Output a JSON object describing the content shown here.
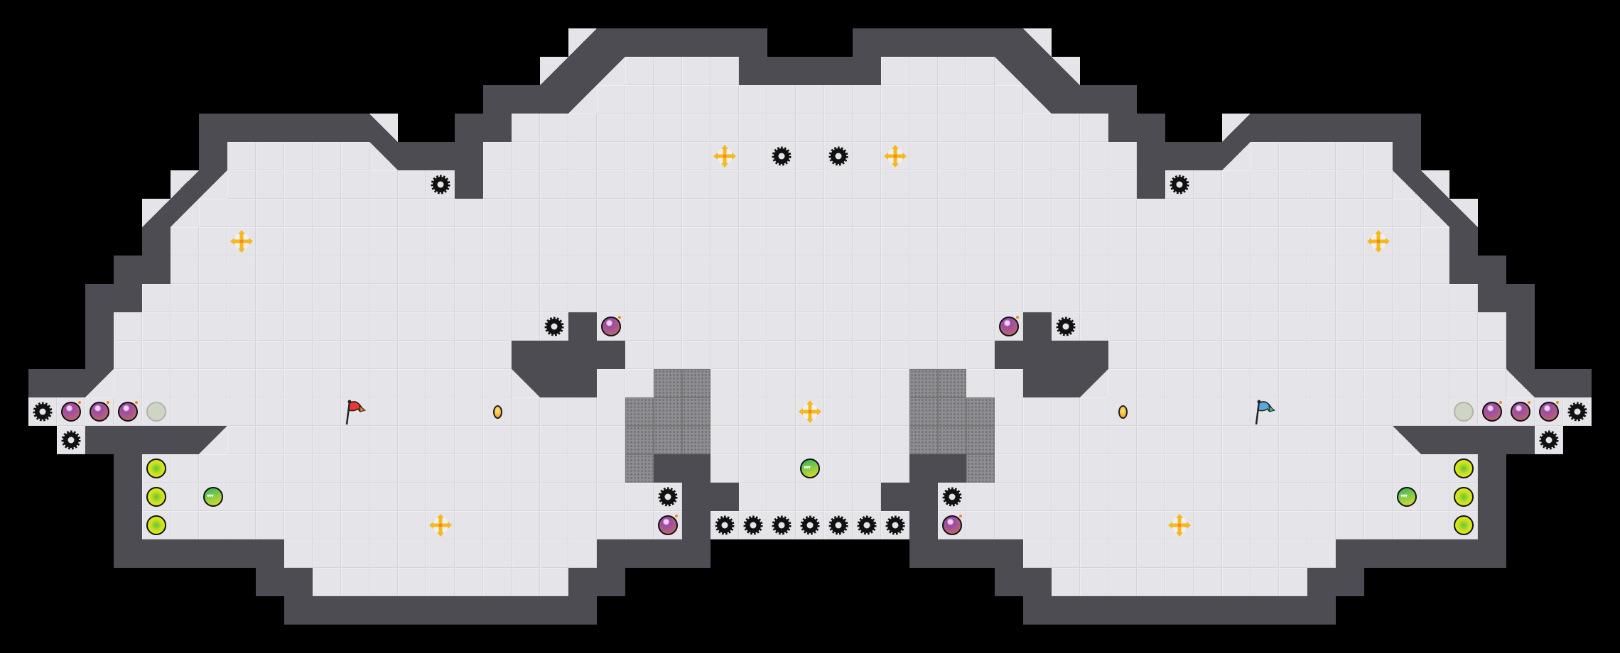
{
  "game": {
    "screen": "arena-level",
    "teams": [
      {
        "name": "red",
        "flag_color": "#e8383a",
        "flag_tip_color": "#f07a2a"
      },
      {
        "name": "blue",
        "flag_color": "#5aa8d8",
        "flag_tip_color": "#4ab890"
      }
    ],
    "item_types": {
      "saw": {
        "color": "#111111"
      },
      "bomb": {
        "color": "#9a4aa8"
      },
      "gray-orb": {
        "color": "#cfd5c4"
      },
      "yellow-orb": {
        "color": "#f2f21a"
      },
      "chomper-orb": {
        "color": "#2fb55c"
      },
      "move-cross": {
        "color": "#f5b820"
      },
      "coin": {
        "color": "#f0a010"
      }
    },
    "colors": {
      "floor": "#e4e4e9",
      "wall": "#4c4c52",
      "grate": "#8e8e92",
      "void": "#000000"
    }
  }
}
